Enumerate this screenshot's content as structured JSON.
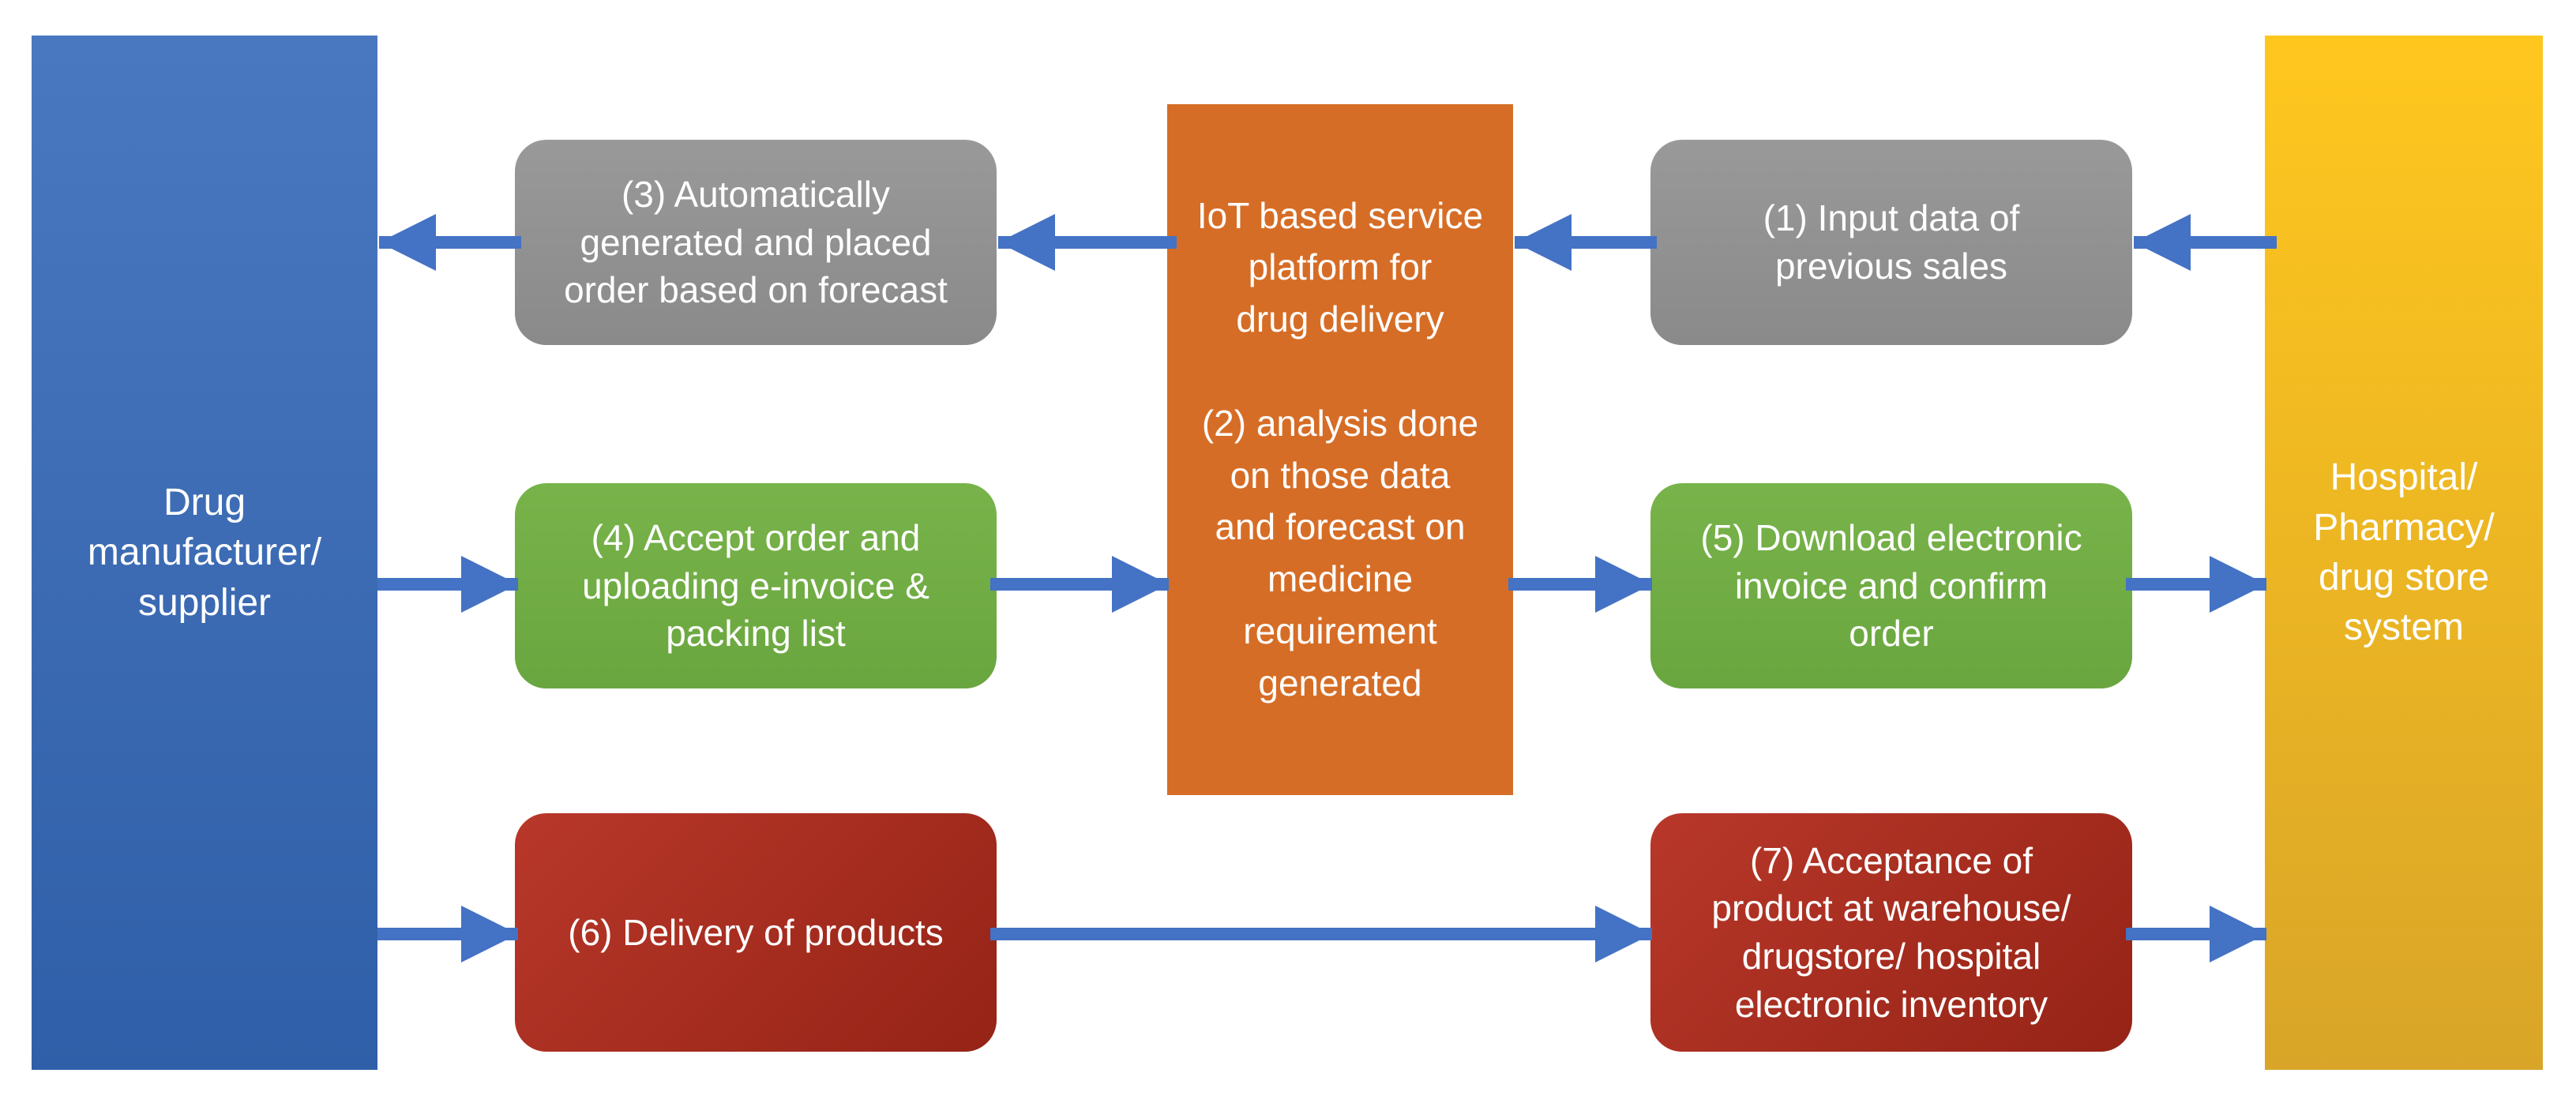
{
  "diagram": {
    "manufacturer": "Drug\nmanufacturer/\nsupplier",
    "hospital": "Hospital/\nPharmacy/\ndrug store\nsystem",
    "platform": "IoT based service\nplatform for\ndrug delivery\n\n(2) analysis done\non those data\nand forecast on\nmedicine\nrequirement\ngenerated",
    "step1": "(1) Input data of\nprevious sales",
    "step3": "(3) Automatically\ngenerated and placed\norder based on forecast",
    "step4": "(4) Accept order and\nuploading e-invoice &\npacking list",
    "step5": "(5) Download electronic\ninvoice and confirm\norder",
    "step6": "(6) Delivery of products",
    "step7": "(7) Acceptance of\nproduct at warehouse/\ndrugstore/ hospital\nelectronic inventory"
  },
  "colors": {
    "arrow": "#4472c4",
    "manufacturer": "#3d6bb5",
    "hospital": "#f2b81d",
    "platform": "#d66d26",
    "gray": "#8f8f8f",
    "green": "#70ad47",
    "red": "#a52b1e"
  }
}
